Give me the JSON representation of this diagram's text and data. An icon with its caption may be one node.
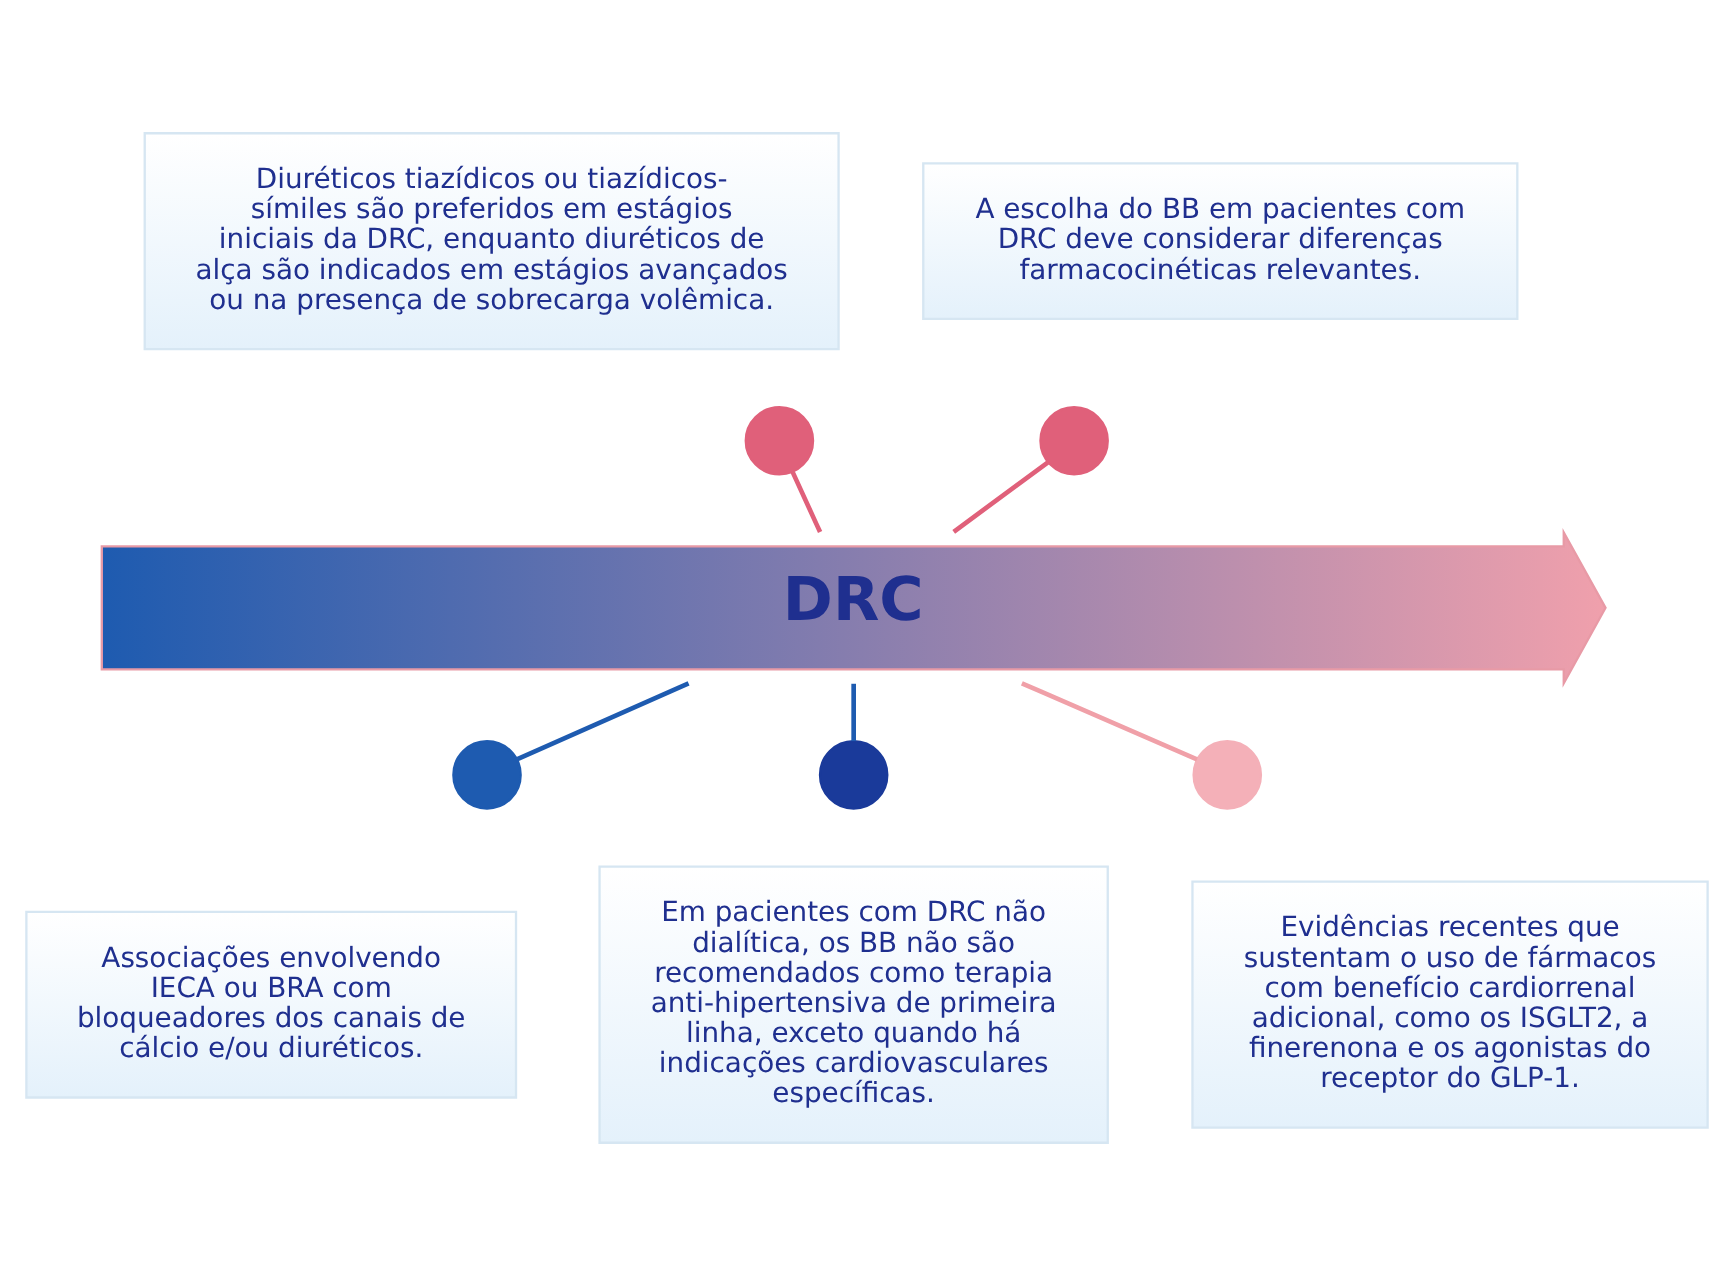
{
  "diagram": {
    "nodes": [
      {
        "text": [
          "Diuréticos tiazídicos ou tiazídicos-símiles são preferidos em estágios iniciais da DRC, enquanto diuréticos de alça são indicados em estágios avançados ou na presença de sobrecarga volêmica."
        ]
      },
      {
        "text": [
          "A escolha do BB em pacientes com DRC deve considerar diferenças farmacocinéticas relevantes."
        ]
      },
      {
        "text": [],
        "shape": "circle"
      },
      {
        "text": [],
        "shape": "circle"
      },
      {
        "text": [
          "DRC"
        ]
      },
      {
        "text": [],
        "shape": "circle"
      },
      {
        "text": [],
        "shape": "circle"
      },
      {
        "text": [],
        "shape": "circle"
      },
      {
        "text": [
          "Associações envolvendo IECA ou BRA com bloqueadores dos canais de cálcio e/ou diuréticos."
        ]
      },
      {
        "text": [
          "Em pacientes com DRC não dialítica, os BB não são recomendados como terapia anti-hipertensiva de primeira linha, exceto quando há indicações cardiovasculares específicas."
        ]
      },
      {
        "text": [
          "Evidências recentes que sustentam o uso de fármacos com benefício cardiorrenal adicional, como os ISGLT2, a finerenona e os agonistas do receptor do GLP-1."
        ]
      }
    ],
    "edges": [
      {
        "from": 2,
        "to": 4,
        "arrow": "none",
        "color": "#e0607a"
      },
      {
        "from": 3,
        "to": 4,
        "arrow": "none",
        "color": "#e0607a"
      },
      {
        "from": 4,
        "to": 5,
        "arrow": "none",
        "color": "#1e5bb0"
      },
      {
        "from": 4,
        "to": 6,
        "arrow": "none",
        "color": "#1e5bb0"
      },
      {
        "from": 4,
        "to": 7,
        "arrow": "none",
        "color": "#f0a0a8"
      }
    ]
  }
}
